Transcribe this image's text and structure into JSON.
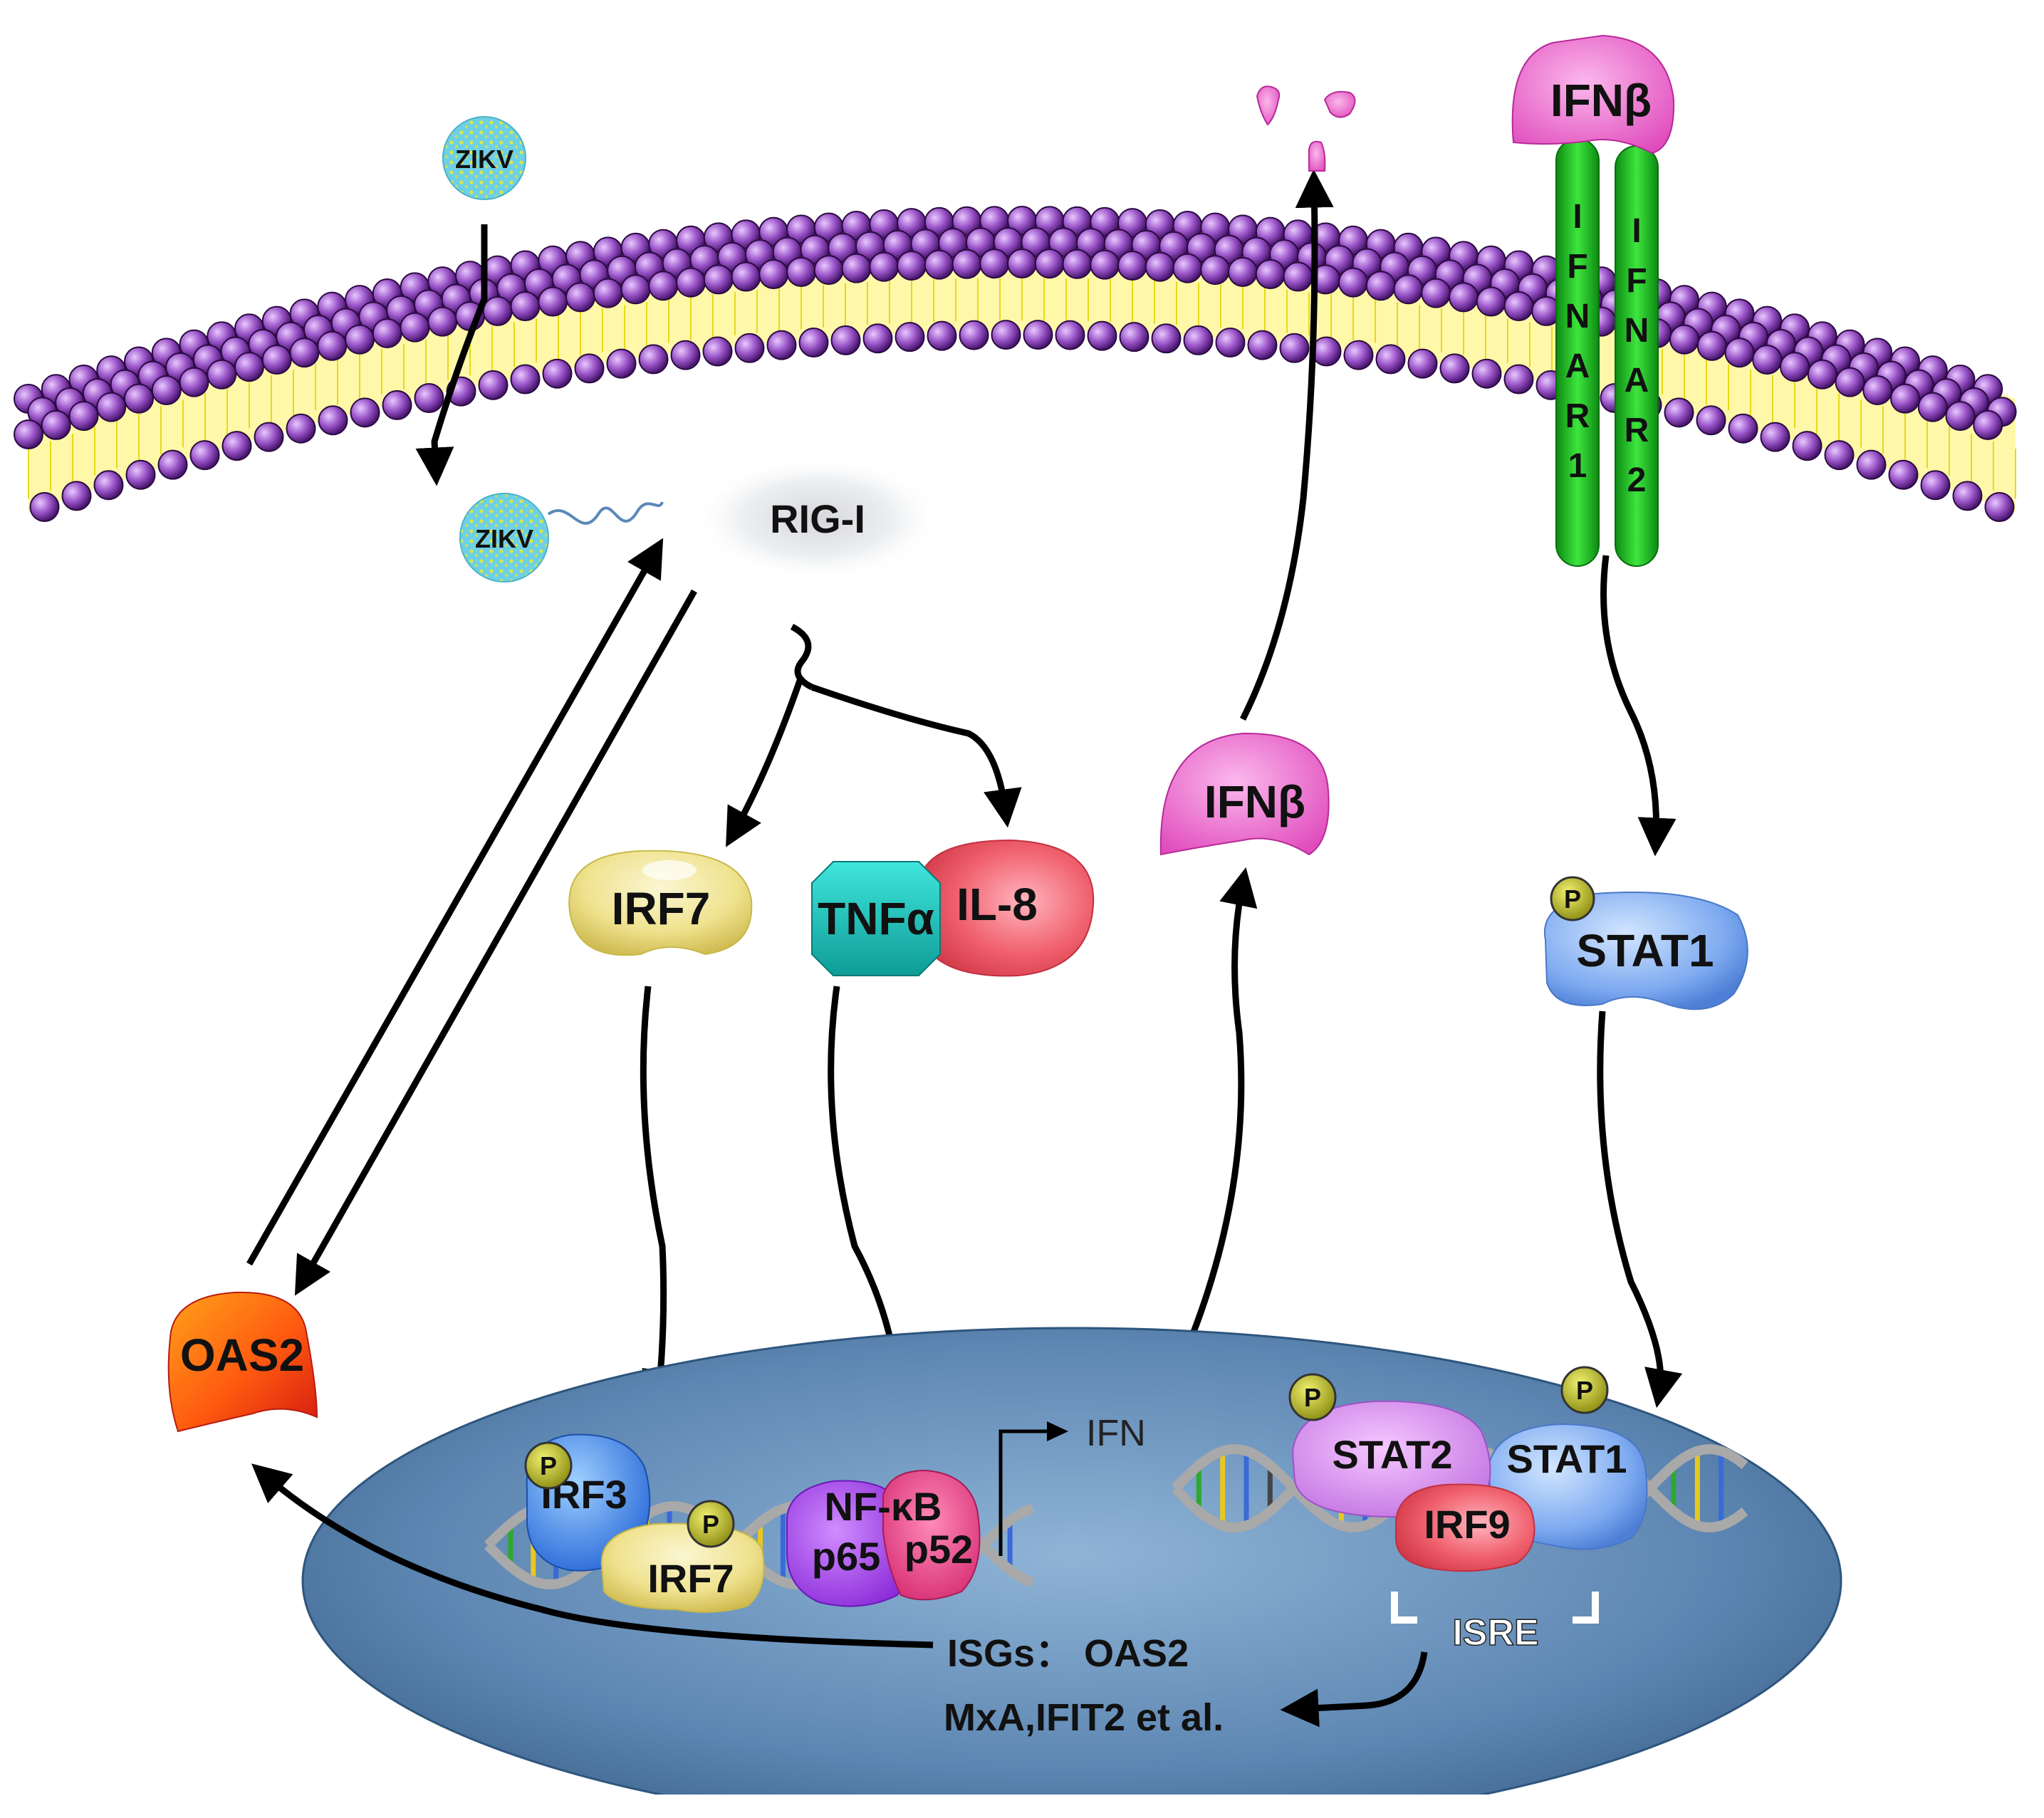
{
  "virus": {
    "label_outside": "ZIKV",
    "label_inside": "ZIKV"
  },
  "sensor": {
    "label": "RIG-I"
  },
  "receptors": {
    "ifnar1": [
      "I",
      "F",
      "N",
      "A",
      "R",
      "1"
    ],
    "ifnar2": [
      "I",
      "F",
      "N",
      "A",
      "R",
      "2"
    ],
    "ifn_outside": "IFNβ"
  },
  "cytoplasm": {
    "irf7": "IRF7",
    "tnfa": "TNFα",
    "il8": "IL-8",
    "ifnb": "IFNβ",
    "stat1": "STAT1",
    "oas2": "OAS2",
    "phospho": "P"
  },
  "nucleus": {
    "irf3": "IRF3",
    "irf7": "IRF7",
    "nfkb": "NF-κB",
    "p65": "p65",
    "p52": "p52",
    "ifn_gene": "IFN",
    "stat2": "STAT2",
    "stat1": "STAT1",
    "irf9": "IRF9",
    "isre": "ISRE",
    "isgs_line1": "ISGs： OAS2",
    "isgs_line2": "MxA,IFIT2 et al.",
    "phospho": "P"
  }
}
